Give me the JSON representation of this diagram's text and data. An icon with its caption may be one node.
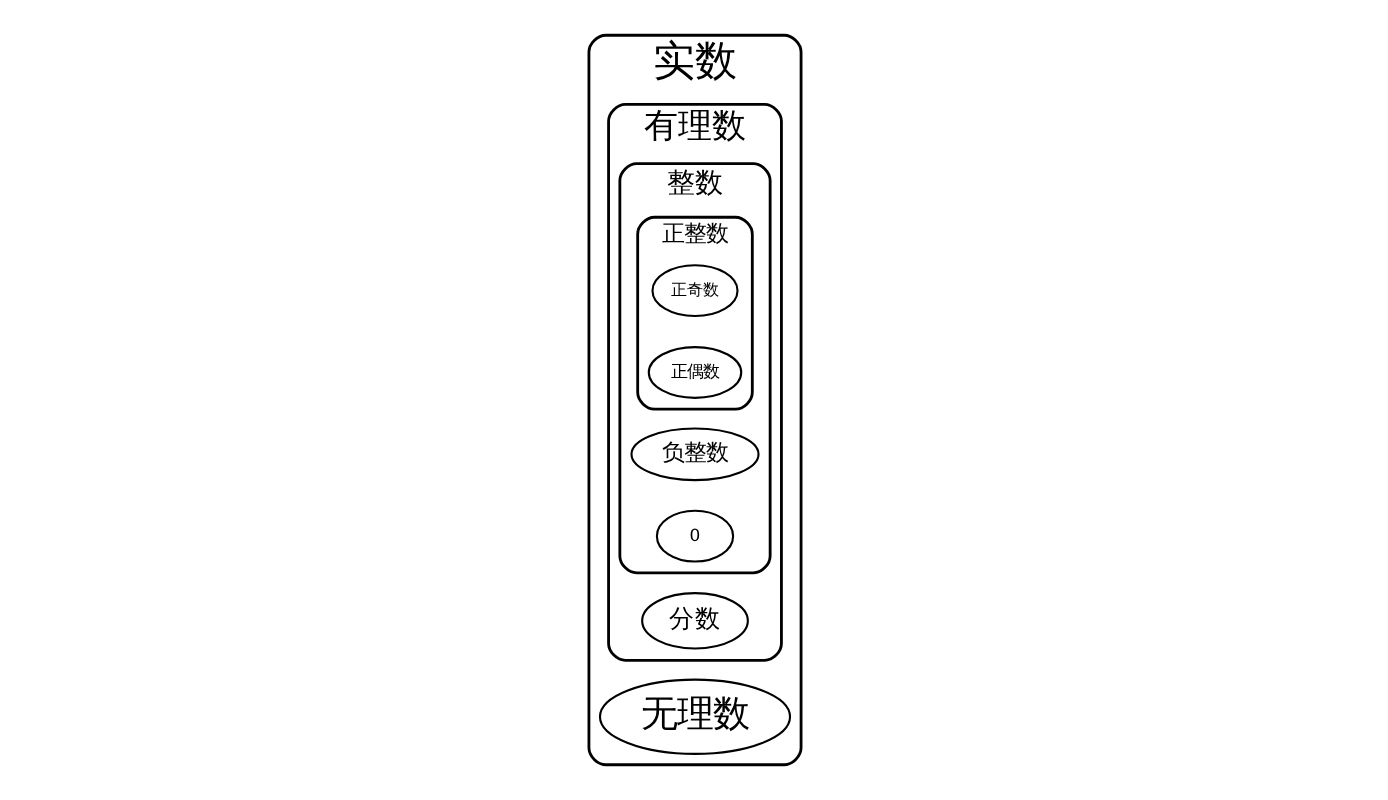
{
  "diagram": {
    "nodes": [
      {
        "text": [
          "实数"
        ]
      },
      {
        "text": [
          "无理数"
        ],
        "in": 0
      },
      {
        "text": [
          "有理数"
        ],
        "in": 0
      },
      {
        "text": [
          "分数"
        ],
        "in": 2
      },
      {
        "text": [
          "整数"
        ],
        "in": 2
      },
      {
        "text": [
          "负整数"
        ],
        "in": 4
      },
      {
        "text": [
          "正整数"
        ],
        "in": 4
      },
      {
        "text": [
          "正奇数"
        ],
        "in": 6
      },
      {
        "text": [
          "正偶数"
        ],
        "in": 6
      },
      {
        "text": [
          "0"
        ],
        "in": 4
      }
    ]
  }
}
